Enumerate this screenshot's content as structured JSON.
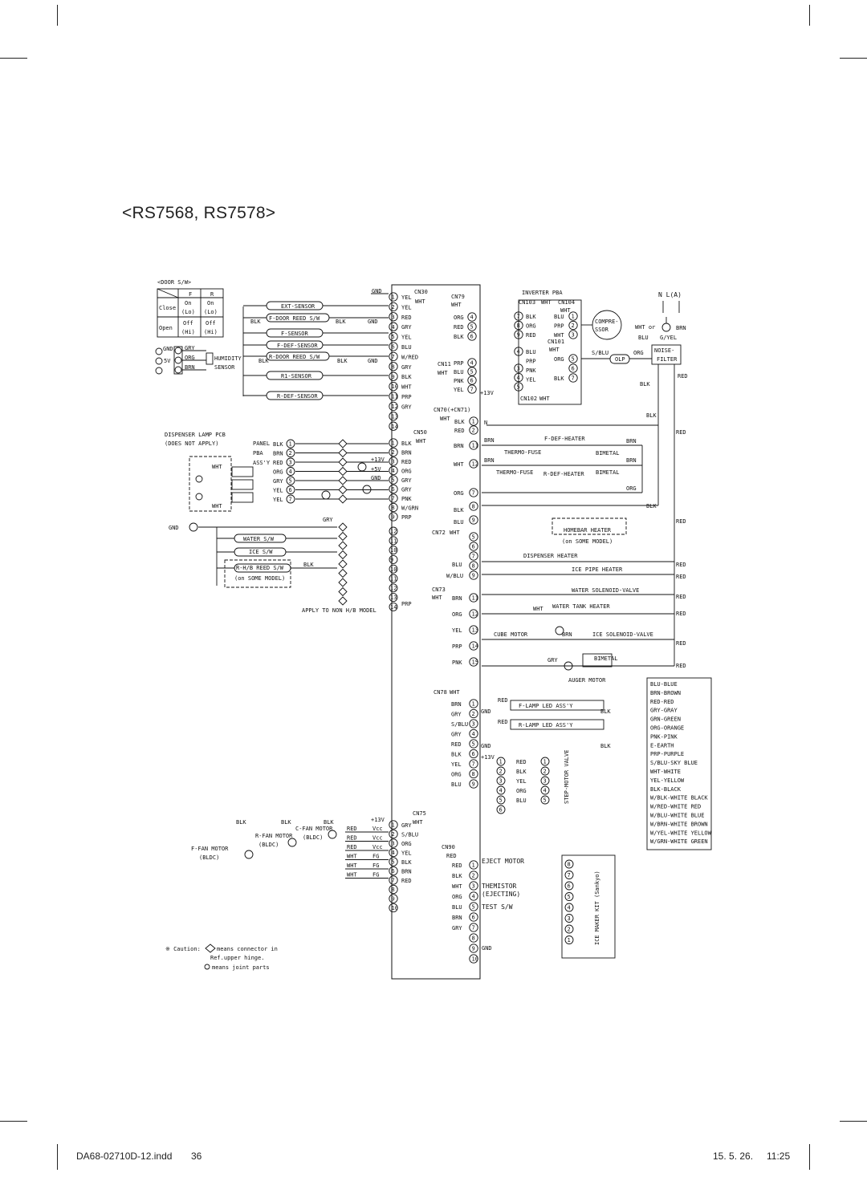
{
  "page": {
    "title": "<RS7568, RS7578>",
    "footer_file": "DA68-02710D-12.indd",
    "footer_page": "36",
    "footer_date": "15. 5. 26.",
    "footer_time": "11:25"
  },
  "door_table": {
    "caption": "<DOOR S/W>",
    "col_f": "F",
    "col_r": "R",
    "close_label": "Close",
    "open_label": "Open",
    "close_f": "On",
    "close_f2": "(Lo)",
    "close_r": "On",
    "close_r2": "(Lo)",
    "open_f": "Off",
    "open_f2": "(Hi)",
    "open_r": "Off",
    "open_r2": "(Hi)"
  },
  "humidity": {
    "gnd": "GND",
    "v5": "5V",
    "gry": "GRY",
    "org": "ORG",
    "brn": "BRN",
    "label1": "HUMIDITY",
    "label2": "SENSOR"
  },
  "sensors": {
    "ext": "EXT-SENSOR",
    "f_door": "F-DOOR REED S/W",
    "f_sensor": "F-SENSOR",
    "f_def": "F-DEF-SENSOR",
    "r_door": "R-DOOR REED S/W",
    "r1": "R1-SENSOR",
    "r_def": "R-DEF-SENSOR",
    "blk": "BLK",
    "gnd": "GND"
  },
  "cn30": {
    "name": "CN30",
    "gnd": "GND",
    "wires": [
      "YEL",
      "YEL",
      "RED",
      "GRY",
      "YEL",
      "BLU",
      "W/RED",
      "GRY",
      "BLK",
      "WHT",
      "PRP",
      "GRY"
    ],
    "wht": "WHT"
  },
  "cn79": {
    "name": "CN79",
    "wht": "WHT",
    "wires": [
      "ORG",
      "RED",
      "BLK"
    ]
  },
  "inverter": {
    "title": "INVERTER PBA",
    "cn103": "CN103",
    "cn104": "CN104",
    "cn101": "CN101",
    "cn102": "CN102",
    "wht": "WHT",
    "left": [
      "BLK",
      "ORG",
      "RED",
      "BLU",
      "PRP",
      "PNK",
      "YEL"
    ],
    "right": [
      "BLU",
      "PRP",
      "WHT",
      "ORG",
      "BLK"
    ],
    "v13": "+13V",
    "compressor1": "COMPRE-",
    "compressor2": "SSOR",
    "olp": "OLP",
    "sblu": "S/BLU"
  },
  "cn11": {
    "name": "CN11",
    "wires": [
      "PRP",
      "BLU",
      "PNK",
      "YEL"
    ],
    "wht": "WHT"
  },
  "power": {
    "nla": "N  L(A)",
    "wht_or": "WHT or",
    "brn": "BRN",
    "blu": "BLU",
    "gyel": "G/YEL",
    "org": "ORG",
    "noise1": "NOISE-",
    "noise2": "FILTER",
    "red": "RED",
    "blk": "BLK"
  },
  "cn70": {
    "name": "CN70(+CN71)",
    "wht": "WHT",
    "blk": "BLK",
    "red": "RED",
    "brn": "BRN",
    "wht2": "WHT",
    "org": "ORG",
    "blk2": "BLK",
    "blu": "BLU",
    "n": "N"
  },
  "heaters": {
    "f_def": "F-DEF-HEATER",
    "thermo_fuse": "THERMO-FUSE",
    "bimetal": "BIMETAL",
    "r_def": "R-DEF-HEATER",
    "brn": "BRN",
    "org": "ORG",
    "blk": "BLK",
    "red": "RED",
    "homebar": "HOMEBAR HEATER",
    "on_some": "(on SOME MODEL)",
    "dispenser": "DISPENSER HEATER",
    "ice_pipe": "ICE PIPE HEATER",
    "water_sol": "WATER SOLENOID-VALVE",
    "water_tank": "WATER TANK HEATER",
    "wht": "WHT",
    "cube_motor": "CUBE MOTOR",
    "ice_sol": "ICE SOLENOID-VALVE",
    "gry": "GRY",
    "auger": "AUGER MOTOR"
  },
  "cn50": {
    "name": "CN50",
    "wht": "WHT",
    "wires": [
      "BLK",
      "BRN",
      "RED",
      "ORG",
      "GRY",
      "GRY",
      "PNK",
      "W/GRN",
      "PRP"
    ]
  },
  "dispenser_lamp": {
    "title1": "DISPENSER LAMP PCB",
    "title2": "(DOES NOT APPLY)",
    "wht": "WHT",
    "panel": "PANEL",
    "pba": "PBA",
    "assy": "ASS'Y",
    "wires": [
      "BLK",
      "BRN",
      "RED",
      "ORG",
      "GRY",
      "YEL",
      "YEL"
    ],
    "v13": "+13V",
    "v5": "+5V",
    "gnd": "GND"
  },
  "switches": {
    "gnd": "GND",
    "gry": "GRY",
    "water": "WATER S/W",
    "ice": "ICE S/W",
    "rhb": "R-H/B REED S/W",
    "on_some": "(on SOME MODEL)",
    "blk": "BLK",
    "apply": "APPLY TO NON H/B MODEL",
    "prp": "PRP"
  },
  "cn72": {
    "name": "CN72",
    "wht": "WHT",
    "blu": "BLU",
    "wblu": "W/BLU"
  },
  "cn73": {
    "name": "CN73",
    "wht": "WHT",
    "wires": [
      "BRN",
      "ORG",
      "YEL",
      "PRP",
      "PNK"
    ]
  },
  "cn78": {
    "name": "CN78",
    "wht": "WHT",
    "wires": [
      "BRN",
      "GRY",
      "S/BLU",
      "GRY",
      "RED",
      "BLK",
      "YEL",
      "ORG",
      "BLU"
    ],
    "gnd": "GND",
    "red": "RED",
    "blk": "BLK",
    "f_lamp": "F-LAMP LED ASS'Y",
    "r_lamp": "R-LAMP LED ASS'Y"
  },
  "step_motor": {
    "v13": "+13V",
    "wires": [
      "RED",
      "BLK",
      "YEL",
      "ORG",
      "BLU"
    ],
    "label": "STEP-MOTOR VALVE"
  },
  "legend": {
    "items": [
      "BLU-BLUE",
      "BRN-BROWN",
      "RED-RED",
      "GRY-GRAY",
      "GRN-GREEN",
      "ORG-ORANGE",
      "PNK-PINK",
      "E-EARTH",
      "PRP-PURPLE",
      "S/BLU-SKY BLUE",
      "WHT-WHITE",
      "YEL-YELLOW",
      "BLK-BLACK",
      "W/BLK-WHITE BLACK",
      "W/RED-WHITE RED",
      "W/BLU-WHITE BLUE",
      "W/BRN-WHITE BROWN",
      "W/YEL-WHITE YELLOW",
      "W/GRN-WHITE GREEN"
    ]
  },
  "fans": {
    "blk": "BLK",
    "c_fan": "C-FAN MOTOR",
    "r_fan": "R-FAN MOTOR",
    "bldc": "(BLDC)",
    "f_fan": "F-FAN MOTOR",
    "v13": "+13V",
    "vcc": "Vcc",
    "fg": "FG",
    "red": "RED",
    "wht": "WHT"
  },
  "cn75": {
    "name": "CN75",
    "wht": "WHT",
    "wires": [
      "GRY",
      "S/BLU",
      "ORG",
      "YEL",
      "BLK",
      "BRN",
      "RED"
    ]
  },
  "cn90": {
    "name": "CN90",
    "red": "RED",
    "wires": [
      "RED",
      "BLK",
      "WHT",
      "ORG",
      "BLU",
      "BRN",
      "GRY"
    ],
    "eject": "EJECT MOTOR",
    "themistor": "THEMISTOR",
    "ejecting": "(EJECTING)",
    "test": "TEST S/W",
    "gnd": "GND",
    "kit": "ICE MAKER KIT (Sankyo)"
  },
  "caution": {
    "line1": "※ Caution:",
    "line1b": "means connector in",
    "line2": "Ref.upper hinge.",
    "line3": "means joint parts"
  }
}
